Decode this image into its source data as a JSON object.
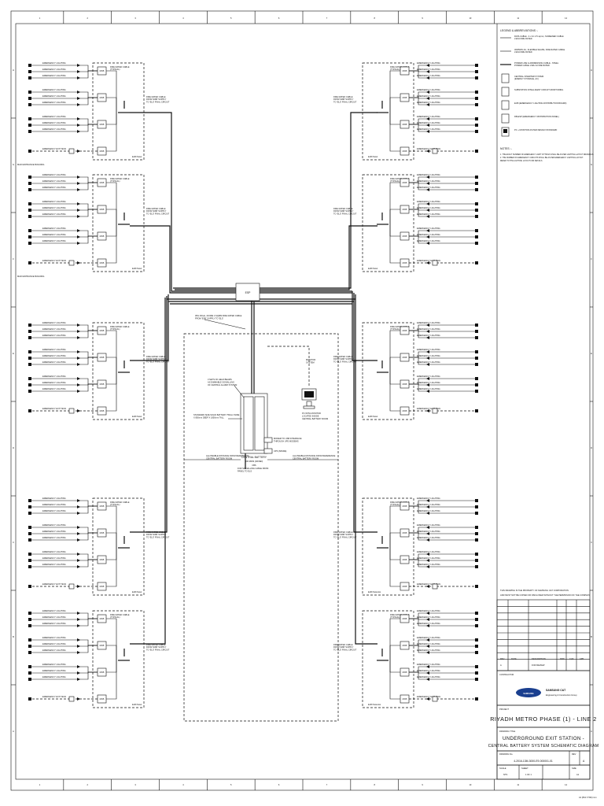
{
  "border": {
    "top_ticks": [
      "1",
      "2",
      "3",
      "4",
      "5",
      "6",
      "7",
      "8",
      "9",
      "10",
      "11",
      "12"
    ],
    "side_ticks": [
      "H",
      "G",
      "F",
      "E",
      "D",
      "C",
      "B",
      "A"
    ]
  },
  "legend": {
    "title": "LEGEND & ABBREVIATIONS :-",
    "items": [
      {
        "symbol": "line",
        "text": "DATA CABLE - 4 x 1C 2.5 sqmm, SCREENED CABLE\nLSZH FIRE RATED"
      },
      {
        "symbol": "line",
        "text": "300/500V AC, FLEXIBLE SHAPE, FIRE RATED CABLE\nLSZH FIRE RATED"
      },
      {
        "symbol": "line",
        "text": "POWER LINE & ADDRESSING CABLE - STEEL\nPOWER CABLE LSZH & FIRE RATED"
      },
      {
        "symbol": "ups",
        "text": "CENTRAL INVERTER SYSTEM\n(ENERGY STORAGE, AC)"
      },
      {
        "symbol": "ic",
        "text": "SUBSTATION INTELLIGENT CIRCUIT MONITORING"
      },
      {
        "symbol": "elb",
        "text": "ECB (EMERGENCY LIGHTING DISTRIBUTION BOARD)"
      },
      {
        "symbol": "db",
        "text": "DB-ESP (EMERGENCY DISTRIBUTION PANEL)"
      },
      {
        "symbol": "pc",
        "text": "PC + MONITOR AS PER DESIGN STANDARD"
      }
    ],
    "notes_title": "NOTES :-",
    "notes": [
      "1. THE EXACT NUMBER OF EMERGENCY LIGHT FITTINGS SHALL BE AS PER LIGHTING LAYOUT DRAWINGS.",
      "2. THE NUMBER OF EMERGENCY CIRCUITS SHALL BE AS PER EMERGENCY LIGHTING LAYOUT.",
      "   REFER TO THE LIGHTING LAYOUT FOR DETAILS."
    ]
  },
  "center": {
    "esp_label": "ESP",
    "main_cable_note": "3PH 4W+E, 4CORE 4 SQMM FIRE RATED CABLE\nFROM 'ESB' SUPPLY TO 'ELS'",
    "monitor_note": "MONITOR\nSYSTEM",
    "pc_note": "PC WITH MONITOR\nLOCATED INSIDE\nCENTRAL BATTERY ROOM",
    "breaker_note": "3 SETS OF HELD BEAMS\nAS DIMMABLE SIGNALLING\nOF CENTRAL ALARM SYSTEM",
    "battery_note": "STANDARD SIZE SOLID BATTERY 750mm WIDE\nX 850mm DEEP X 1850mm TALL",
    "cbs_label": "CENTRAL BATTERY",
    "cbs_sub": "100 MINS (RATED)",
    "cbs_sub2": "CBS",
    "modem_note": "MODEM TO USB INTERFACE\nTHROUGH UPS MODEMS",
    "ups_note": "UPS (SPARE)",
    "bottom_cable_note": "FOR SIGNALLING CABLE FROM\nPANEL TO ELS",
    "left_cable_note": "ALLOWABLE DISTANCE FROM REFERENCE\nCENTRAL BATTERY ROOM",
    "right_cable_note": "ALLOWABLE DISTANCE FROM REFERENCE\nCENTRAL BATTERY ROOM"
  },
  "panels": {
    "left": [
      {
        "name": "ELB Panel",
        "side_note": "FIRE RATED CABLE\nFROM 'ESB' SUPPLY\nTO 'ELS' FINAL CIRCUIT",
        "level_note": "MAIN ENTRANCE BUILDING"
      },
      {
        "name": "ELB Panel",
        "side_note": "FIRE RATED CABLE\nFROM 'ESB' SUPPLY\nTO 'ELS' FINAL CIRCUIT",
        "level_note": "MAIN ENTRANCE BUILDING"
      },
      {
        "name": "ELB Panel",
        "side_note": "FIRE RATED CABLE\nFROM 'ESB' SUPPLY\nTO 'ELS' FINAL CIRCUIT",
        "level_note": ""
      },
      {
        "name": "ELB Panel",
        "side_note": "FIRE RATED CABLE\nFROM 'ESB' SUPPLY\nTO 'ELS' FINAL CIRCUIT",
        "level_note": ""
      },
      {
        "name": "ELB Panel",
        "side_note": "FIRE RATED CABLE\nFROM 'ESB' SUPPLY\nTO 'ELS' FINAL CIRCUIT",
        "level_note": ""
      }
    ],
    "right": [
      {
        "name": "ELB Panel",
        "side_note": "FIRE RATED CABLE\nFROM 'ESB' SUPPLY\nTO 'ELS' FINAL CIRCUIT"
      },
      {
        "name": "ELB Panel",
        "side_note": "FIRE RATED CABLE\nFROM 'ESB' SUPPLY\nTO 'ELS' FINAL CIRCUIT"
      },
      {
        "name": "ELB Panel",
        "side_note": "FIRE RATED CABLE\nFROM 'ESB' SUPPLY\nTO 'ELS' FINAL CIRCUIT"
      },
      {
        "name": "ELB Panel-EL",
        "side_note": "FIRE RATED CABLE\nFROM 'ESB' SUPPLY\nTO 'ELS' FINAL CIRCUIT"
      },
      {
        "name": "ELB Panel-EL",
        "side_note": "FIRE RATED CABLE\nFROM 'ESB' SUPPLY\nTO 'ELS' FINAL CIRCUIT"
      }
    ],
    "circuit_label": "EMERGENCY LIGHTING",
    "circuit_label_exit": "EMERGENCY EXIT SIGN",
    "breaker_label": "MCB",
    "panel_cable_note": "FIRE RATED CABLE\n(TYPICAL)"
  },
  "title_block": {
    "confidential_lines": [
      "THIS DRAWING IS THE PROPERTY OF SAMSUNG C&T CORPORATION",
      "AND MUST NOT BE COPIED OR DISCLOSED WITHOUT THE PERMISSION OF THE COMPANY"
    ],
    "rev_headers": [
      "REV",
      "DATE",
      "DESCRIPTION",
      "DRN",
      "CHK",
      "APP"
    ],
    "rev_row": [
      "A",
      "",
      "FOR REVIEW",
      "",
      "",
      ""
    ],
    "contractor_label": "CONTRACTOR",
    "company_logo_text": "SAMSUNG",
    "company_name": "SAMSUNG C&T",
    "company_sub": "Engineering & Construction Group",
    "project_label": "PROJECT",
    "project_title": "RIYADH METRO PHASE (1) - LINE 2",
    "drawing_title_label": "DRAWING TITLE",
    "drawing_title_1": "UNDERGROUND EXIT STATION -",
    "drawing_title_2": "CENTRAL BATTERY SYSTEM SCHEMATIC DIAGRAM",
    "drawing_no_label": "DRAWING No.",
    "drawing_no": "4-2016-13M-3000-E9-000001-01",
    "rev_label": "REV",
    "rev_value": "A",
    "scale_label": "SCALE",
    "scale_value": "NTS",
    "sheet_label": "SHEET",
    "sheet_value": "1 OF 1",
    "size_label": "SIZE",
    "size_value": "A1"
  },
  "footer_note": "A1 (841 X 594) mm"
}
